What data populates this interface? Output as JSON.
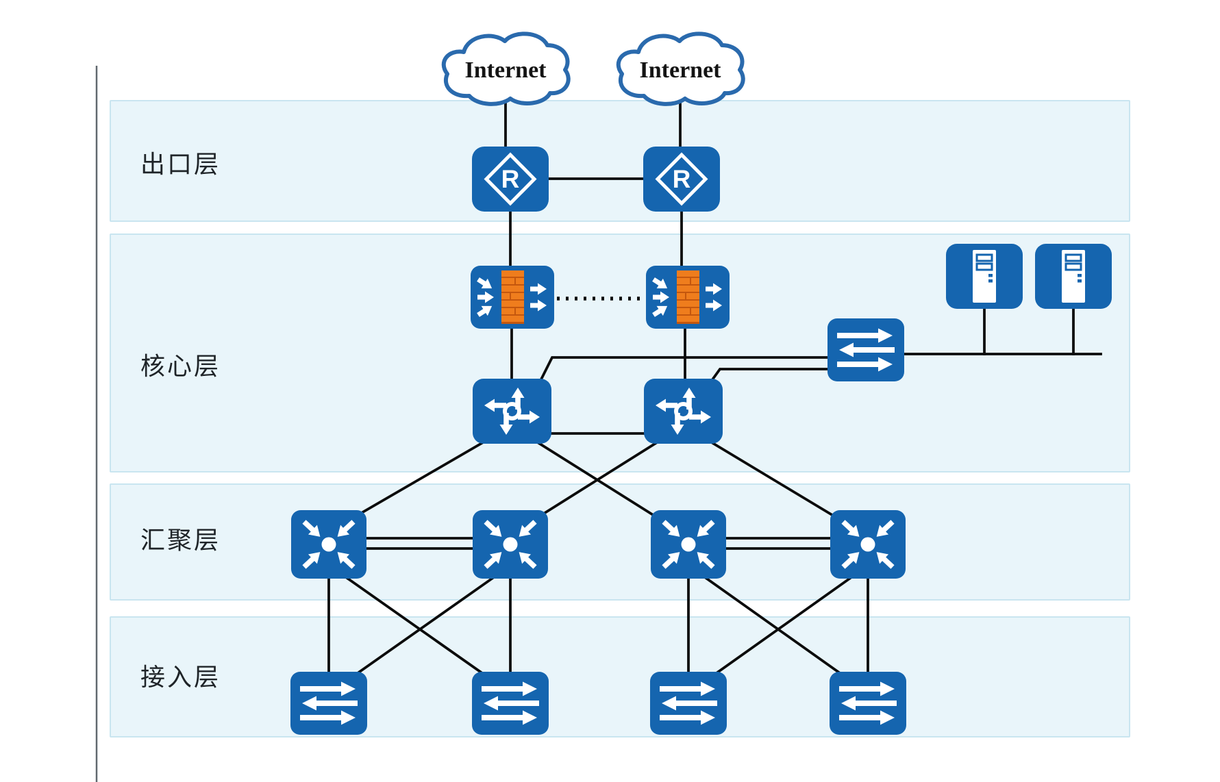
{
  "diagram": {
    "type": "campus-network-topology",
    "layers": [
      {
        "id": "exit",
        "label": "出口层"
      },
      {
        "id": "core",
        "label": "核心层"
      },
      {
        "id": "aggregation",
        "label": "汇聚层"
      },
      {
        "id": "access",
        "label": "接入层"
      }
    ],
    "clouds": [
      {
        "label": "Internet"
      },
      {
        "label": "Internet"
      }
    ],
    "routers": [
      {
        "label": "R"
      },
      {
        "label": "R"
      }
    ],
    "devices": {
      "exit_layer": [
        "router-1",
        "router-2"
      ],
      "core_layer": [
        "firewall-1",
        "firewall-2",
        "core-switch-1",
        "core-switch-2",
        "server-farm-switch",
        "server-1",
        "server-2"
      ],
      "aggregation_layer": [
        "agg-switch-1",
        "agg-switch-2",
        "agg-switch-3",
        "agg-switch-4"
      ],
      "access_layer": [
        "access-switch-1",
        "access-switch-2",
        "access-switch-3",
        "access-switch-4"
      ]
    },
    "links": [
      {
        "from": "internet-cloud-1",
        "to": "router-1",
        "style": "solid"
      },
      {
        "from": "internet-cloud-2",
        "to": "router-2",
        "style": "solid"
      },
      {
        "from": "router-1",
        "to": "router-2",
        "style": "solid"
      },
      {
        "from": "router-1",
        "to": "firewall-1",
        "style": "solid"
      },
      {
        "from": "router-2",
        "to": "firewall-2",
        "style": "solid"
      },
      {
        "from": "firewall-1",
        "to": "firewall-2",
        "style": "dotted"
      },
      {
        "from": "firewall-1",
        "to": "core-switch-1",
        "style": "solid"
      },
      {
        "from": "firewall-2",
        "to": "core-switch-2",
        "style": "solid"
      },
      {
        "from": "core-switch-1",
        "to": "core-switch-2",
        "style": "solid"
      },
      {
        "from": "core-switch-1",
        "to": "server-farm-switch",
        "style": "solid"
      },
      {
        "from": "core-switch-2",
        "to": "server-farm-switch",
        "style": "solid"
      },
      {
        "from": "server-farm-switch",
        "to": "server-1",
        "style": "solid"
      },
      {
        "from": "server-farm-switch",
        "to": "server-2",
        "style": "solid"
      },
      {
        "from": "core-switch-1",
        "to": "agg-switch-1",
        "style": "solid"
      },
      {
        "from": "core-switch-1",
        "to": "agg-switch-3",
        "style": "solid"
      },
      {
        "from": "core-switch-2",
        "to": "agg-switch-2",
        "style": "solid"
      },
      {
        "from": "core-switch-2",
        "to": "agg-switch-4",
        "style": "solid"
      },
      {
        "from": "agg-switch-1",
        "to": "agg-switch-2",
        "style": "double"
      },
      {
        "from": "agg-switch-3",
        "to": "agg-switch-4",
        "style": "double"
      },
      {
        "from": "agg-switch-1",
        "to": "access-switch-1",
        "style": "solid"
      },
      {
        "from": "agg-switch-1",
        "to": "access-switch-2",
        "style": "solid"
      },
      {
        "from": "agg-switch-2",
        "to": "access-switch-1",
        "style": "solid"
      },
      {
        "from": "agg-switch-2",
        "to": "access-switch-2",
        "style": "solid"
      },
      {
        "from": "agg-switch-3",
        "to": "access-switch-3",
        "style": "solid"
      },
      {
        "from": "agg-switch-3",
        "to": "access-switch-4",
        "style": "solid"
      },
      {
        "from": "agg-switch-4",
        "to": "access-switch-3",
        "style": "solid"
      },
      {
        "from": "agg-switch-4",
        "to": "access-switch-4",
        "style": "solid"
      }
    ],
    "colors": {
      "icon_blue": "#1565af",
      "brick_orange": "#ef7d1d",
      "brick_mortar": "#c4570e",
      "band_fill": "#e9f5fa",
      "band_border": "#c9e5f0",
      "line_black": "#0c0c0c",
      "cloud_stroke": "#2a6aad"
    }
  }
}
